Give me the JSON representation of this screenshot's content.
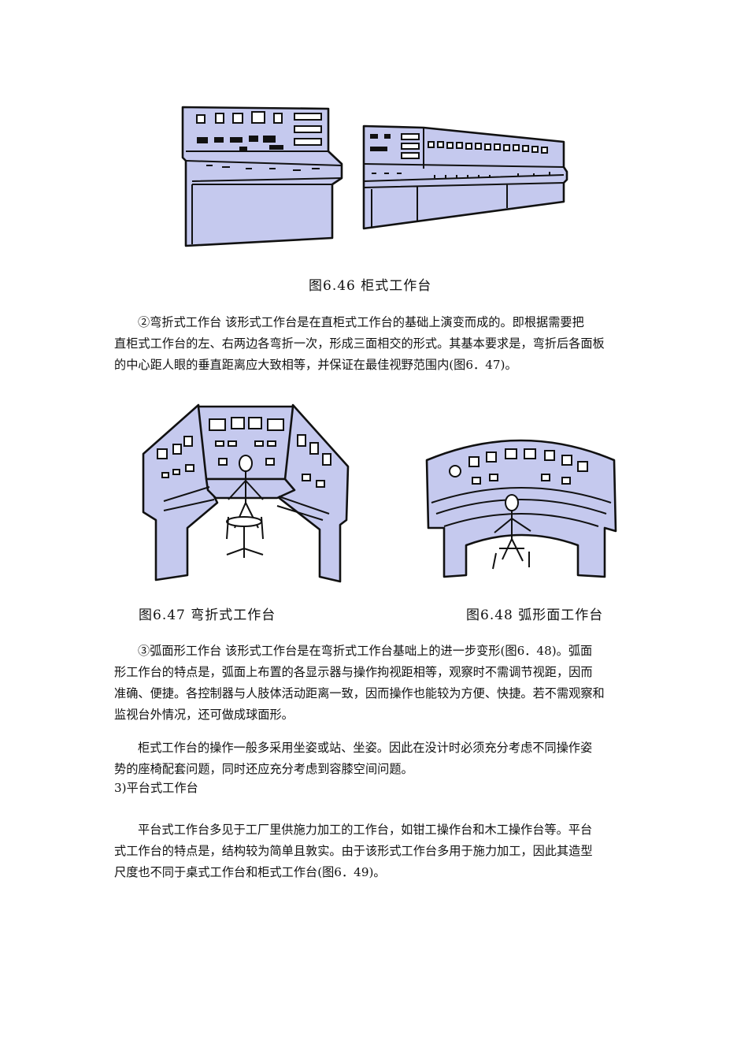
{
  "figures": {
    "fig_6_46_caption": "图6.46  柜式工作台",
    "fig_6_47_caption": "图6.47  弯折式工作台",
    "fig_6_48_caption": "图6.48  弧形面工作台"
  },
  "paragraphs": {
    "p1": [
      "②弯折式工作台 该形式工作台是在直柜式工作台的基础上演变而成的。即根据需要把",
      "直柜式工作台的左、右两边各弯折一次，形成三面相交的形式。其基本要求是，弯折后各面板",
      "的中心距人眼的垂直距离应大致相等，并保证在最佳视野范围内(图6．47)。"
    ],
    "p2": [
      "③弧面形工作台 该形式工作台是在弯折式工作台基咄上的进一步变形(图6．48)。弧面",
      "形工作台的特点是，弧面上布置的各显示器与操作拘视距相等，观察时不需调节视距，因而",
      "准确、便捷。各控制器与人肢体活动距离一致，因而操作也能较为方便、快捷。若不需观察和",
      "监视台外情况，还可做成球面形。"
    ],
    "p3": [
      "柜式工作台的操作一般多采用坐姿或站、坐姿。因此在没计时必须充分考虑不同操作姿",
      "势的座椅配套问题，同时还应充分考虑到容膝空间问题。"
    ],
    "heading": "3)平台式工作台",
    "p4": [
      "平台式工作台多见于工厂里供施力加工的工作台，如钳工操作台和木工操作台等。平台",
      "式工作台的特点是，结构较为简单且敦实。由于该形式工作台多用于施力加工，因此其造型",
      "尺度也不同于桌式工作台和柜式工作台(图6．49)。"
    ]
  },
  "colors": {
    "panel_fill": "#c5c9ee",
    "outline": "#111111",
    "text": "#111111"
  }
}
